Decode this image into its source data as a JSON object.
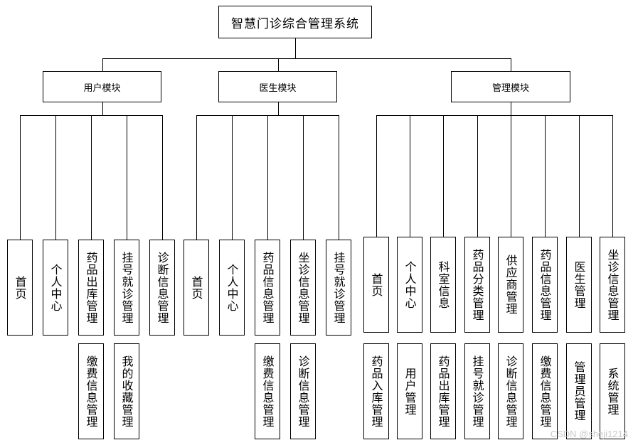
{
  "root": {
    "title": "智慧门诊综合管理系统"
  },
  "modules": [
    {
      "label": "用户模块",
      "leaves": [
        {
          "top": "首页",
          "bottom": ""
        },
        {
          "top": "个人中心",
          "bottom": ""
        },
        {
          "top": "药品出库管理",
          "bottom": "缴费信息管理"
        },
        {
          "top": "挂号就诊管理",
          "bottom": "我的收藏管理"
        },
        {
          "top": "诊断信息管理",
          "bottom": ""
        }
      ]
    },
    {
      "label": "医生模块",
      "leaves": [
        {
          "top": "首页",
          "bottom": ""
        },
        {
          "top": "个人中心",
          "bottom": ""
        },
        {
          "top": "药品信息管理",
          "bottom": "缴费信息管理"
        },
        {
          "top": "坐诊信息管理",
          "bottom": "诊断信息管理"
        },
        {
          "top": "挂号就诊管理",
          "bottom": ""
        }
      ]
    },
    {
      "label": "管理模块",
      "leaves": [
        {
          "top": "首页",
          "bottom": "药品入库管理"
        },
        {
          "top": "个人中心",
          "bottom": "用户管理"
        },
        {
          "top": "科室信息",
          "bottom": "药品出库管理"
        },
        {
          "top": "药品分类管理",
          "bottom": "挂号就诊管理"
        },
        {
          "top": "供应商管理",
          "bottom": "诊断信息管理"
        },
        {
          "top": "药品信息管理",
          "bottom": "缴费信息管理"
        },
        {
          "top": "医生管理",
          "bottom": "管理员管理"
        },
        {
          "top": "坐诊信息管理",
          "bottom": "系统管理"
        }
      ]
    }
  ],
  "watermark": "CSDN @sheji1214"
}
